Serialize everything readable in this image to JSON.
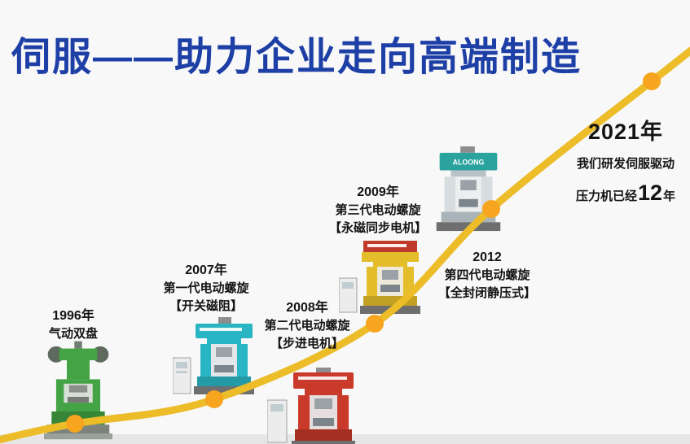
{
  "title": "伺服——助力企业走向高端制造",
  "colors": {
    "background": "#f8f8f8",
    "title_blue": "#1d3fa6",
    "curve_gold": "#ecbc29",
    "dot_orange": "#f7a51e",
    "text_dark": "#141414"
  },
  "milestones": [
    {
      "year": "1996年",
      "line1": "气动双盘",
      "line2": "",
      "machine": "pneumatic-double-disc-press",
      "machine_color": "#44a344"
    },
    {
      "year": "2007年",
      "line1": "第一代电动螺旋",
      "line2": "【开关磁阻】",
      "machine": "first-gen-electric-screw-press",
      "machine_color": "#2ab5c4"
    },
    {
      "year": "2008年",
      "line1": "第二代电动螺旋",
      "line2": "【步进电机】",
      "machine": "second-gen-electric-screw-press",
      "machine_color": "#c93a2a"
    },
    {
      "year": "2009年",
      "line1": "第三代电动螺旋",
      "line2": "【永磁同步电机】",
      "machine": "third-gen-electric-screw-press",
      "machine_color": "#e3bd2a"
    },
    {
      "year": "2012",
      "line1": "第四代电动螺旋",
      "line2": "【全封闭静压式】",
      "machine": "fourth-gen-electric-screw-press",
      "machine_color": "#2aa39e",
      "machine_brand": "ALOONG"
    }
  ],
  "finale": {
    "year": "2021年",
    "line1": "我们研发伺服驱动",
    "line2_prefix": "压力机已经",
    "line2_number": "12",
    "line2_suffix": "年"
  }
}
